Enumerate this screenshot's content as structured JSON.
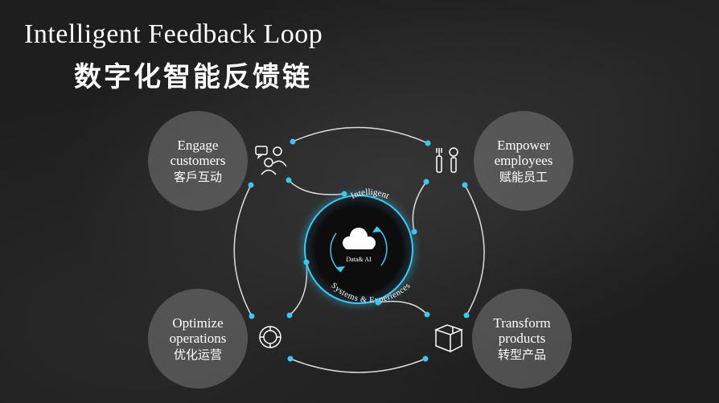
{
  "title": {
    "en": "Intelligent Feedback Loop",
    "zh": "数字化智能反馈链"
  },
  "center": {
    "top_label": "Intelligent",
    "core_label": "Data& AI",
    "bottom_label": "Systems & Experiences"
  },
  "nodes": [
    {
      "en": "Engage\ncustomers",
      "zh": "客戶互动",
      "icon": "people-chat-icon"
    },
    {
      "en": "Empower\nemployees",
      "zh": "赋能员工",
      "icon": "tools-icon"
    },
    {
      "en": "Optimize\noperations",
      "zh": "优化运营",
      "icon": "cycle-icon"
    },
    {
      "en": "Transform\nproducts",
      "zh": "转型产品",
      "icon": "package-icon"
    }
  ],
  "colors": {
    "accent": "#3ec6f0",
    "bubble": "#7a7a7a",
    "line": "#dddddd",
    "background": "#1e1e1e"
  }
}
